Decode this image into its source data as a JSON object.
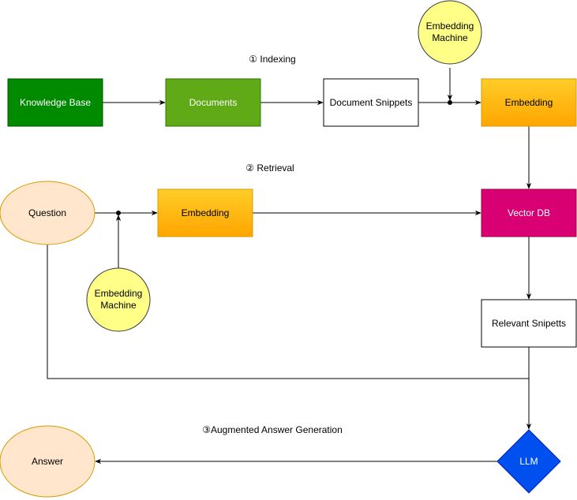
{
  "stages": {
    "indexing": "① Indexing",
    "retrieval": "② Retrieval",
    "generation": "③Augmented Answer Generation"
  },
  "nodes": {
    "knowledge_base": "Knowledge Base",
    "documents": "Documents",
    "document_snippets": "Document Snippets",
    "embedding_machine_top_line1": "Embedding",
    "embedding_machine_top_line2": "Machine",
    "embedding_top": "Embedding",
    "question": "Question",
    "embedding_mid": "Embedding",
    "embedding_machine_bottom_line1": "Embedding",
    "embedding_machine_bottom_line2": "Machine",
    "vector_db": "Vector DB",
    "relevant_snippets": "Relevant Snipetts",
    "llm": "LLM",
    "answer": "Answer"
  },
  "colors": {
    "knowledge_base": "#008a00",
    "documents": "#60a917",
    "embedding_gradient_top": "#ffcd28",
    "embedding_gradient_bottom": "#ffa500",
    "embedding_machine": "#ffff88",
    "question": "#ffe6cc",
    "vector_db": "#d80073",
    "llm": "#0050ef"
  }
}
